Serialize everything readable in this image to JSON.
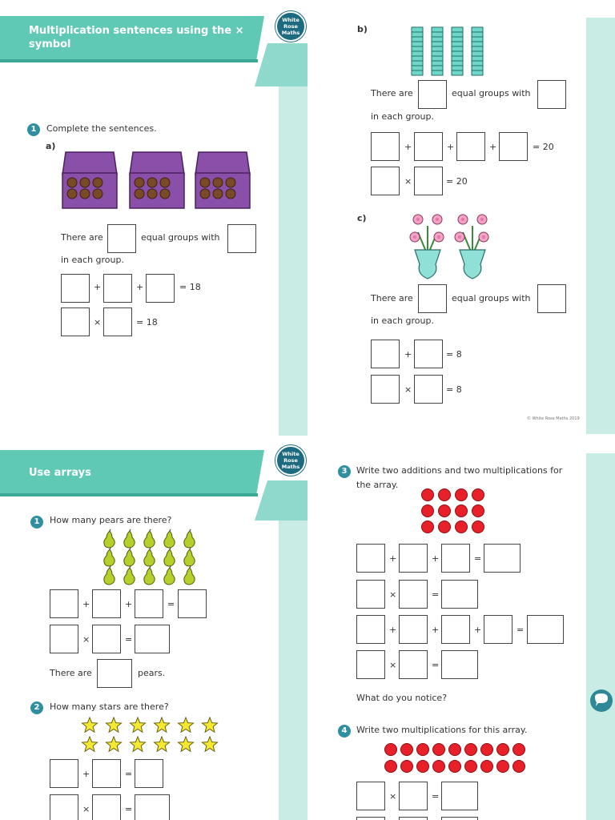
{
  "top_left": {
    "title": "Multiplication sentences using the × symbol",
    "logo": "White Rose Maths",
    "q1_prompt": "Complete the sentences.",
    "a_label": "a)",
    "groups_text_1": "There are",
    "groups_text_2": "equal groups with",
    "groups_text_3": "in each group.",
    "add_result": "= 18",
    "mul_result": "= 18"
  },
  "top_right": {
    "b_label": "b)",
    "groups_text_1": "There are",
    "groups_text_2": "equal groups with",
    "groups_text_3": "in each group.",
    "add_result": "= 20",
    "mul_result": "= 20",
    "c_label": "c)",
    "c_groups_text_1": "There are",
    "c_groups_text_2": "equal groups with",
    "c_groups_text_3": "in each group.",
    "c_add_result": "= 8",
    "c_mul_result": "= 8",
    "copyright": "© White Rose Maths 2019"
  },
  "bottom_left": {
    "title": "Use arrays",
    "logo": "White Rose Maths",
    "q1_num": "1",
    "q1_prompt": "How many pears are there?",
    "pears_text_1": "There are",
    "pears_text_2": "pears.",
    "q2_num": "2",
    "q2_prompt": "How many stars are there?"
  },
  "bottom_right": {
    "q3_num": "3",
    "q3_prompt_line1": "Write two additions and two multiplications for",
    "q3_prompt_line2": "the array.",
    "notice": "What do you notice?",
    "q4_num": "4",
    "q4_prompt": "Write two multiplications for this array."
  },
  "symbols": {
    "plus": "+",
    "times": "×",
    "equals": "="
  },
  "q1_num": "1",
  "colors": {
    "banner": "#5fc9b5",
    "side_band": "#c9ede4",
    "number_circle": "#2f8fa0",
    "counter_red": "#e8202a"
  },
  "icons": [
    "chocolate-box-icon",
    "tens-rod-icon",
    "flower-vase-icon",
    "pear-icon",
    "star-icon",
    "red-counter-icon",
    "speech-bubble-icon"
  ]
}
